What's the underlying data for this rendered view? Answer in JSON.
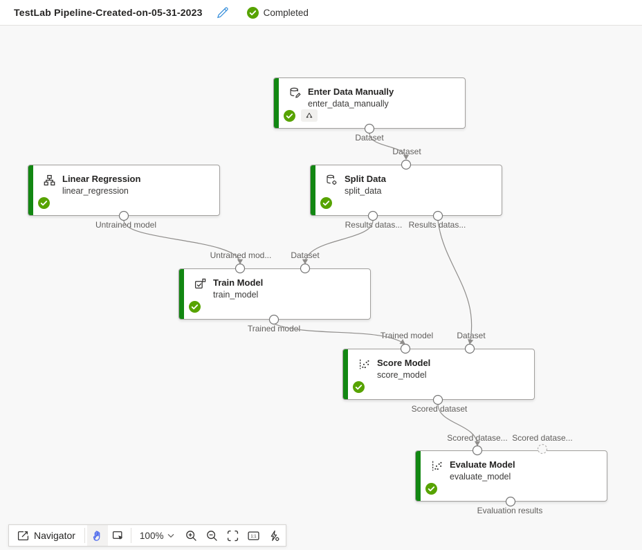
{
  "header": {
    "title": "TestLab Pipeline-Created-on-05-31-2023",
    "status_label": "Completed"
  },
  "colors": {
    "node_bar_green": "#128712",
    "status_green": "#57a300",
    "edit_pencil_blue": "#2b88d8",
    "active_tool_blue": "#4f6bed",
    "edge_gray": "#8f8d8b"
  },
  "nodes": [
    {
      "title": "Enter Data Manually",
      "subtitle": "enter_data_manually",
      "icon": "database-edit-icon",
      "status": "completed",
      "reuse_badge": true,
      "inputs": [],
      "outputs": [
        {
          "label": "Dataset"
        }
      ]
    },
    {
      "title": "Linear Regression",
      "subtitle": "linear_regression",
      "icon": "hierarchy-icon",
      "status": "completed",
      "inputs": [],
      "outputs": [
        {
          "label": "Untrained model"
        }
      ]
    },
    {
      "title": "Split Data",
      "subtitle": "split_data",
      "icon": "database-gear-icon",
      "status": "completed",
      "inputs": [
        {
          "label": "Dataset"
        }
      ],
      "outputs": [
        {
          "label": "Results datas..."
        },
        {
          "label": "Results datas..."
        }
      ]
    },
    {
      "title": "Train Model",
      "subtitle": "train_model",
      "icon": "train-model-icon",
      "status": "completed",
      "inputs": [
        {
          "label": "Untrained mod..."
        },
        {
          "label": "Dataset"
        }
      ],
      "outputs": [
        {
          "label": "Trained model"
        }
      ]
    },
    {
      "title": "Score Model",
      "subtitle": "score_model",
      "icon": "scatter-plot-icon",
      "status": "completed",
      "inputs": [
        {
          "label": "Trained model"
        },
        {
          "label": "Dataset"
        }
      ],
      "outputs": [
        {
          "label": "Scored dataset"
        }
      ]
    },
    {
      "title": "Evaluate Model",
      "subtitle": "evaluate_model",
      "icon": "scatter-plot-icon",
      "status": "completed",
      "inputs": [
        {
          "label": "Scored datase...",
          "connected": true
        },
        {
          "label": "Scored datase...",
          "connected": false
        }
      ],
      "outputs": [
        {
          "label": "Evaluation results"
        }
      ]
    }
  ],
  "edges": [
    {
      "from": "enter_data_manually.Dataset",
      "to": "split_data.Dataset"
    },
    {
      "from": "linear_regression.Untrained model",
      "to": "train_model.Untrained model"
    },
    {
      "from": "split_data.Results dataset1",
      "to": "train_model.Dataset"
    },
    {
      "from": "train_model.Trained model",
      "to": "score_model.Trained model"
    },
    {
      "from": "split_data.Results dataset2",
      "to": "score_model.Dataset"
    },
    {
      "from": "score_model.Scored dataset",
      "to": "evaluate_model.Scored dataset"
    }
  ],
  "toolbar": {
    "navigator_label": "Navigator",
    "zoom_value": "100%",
    "icons": [
      "navigator-icon",
      "pan-hand-icon",
      "select-cursor-icon",
      "chevron-down-icon",
      "zoom-in-icon",
      "zoom-out-icon",
      "fit-to-screen-icon",
      "actual-size-icon",
      "auto-layout-icon"
    ]
  }
}
